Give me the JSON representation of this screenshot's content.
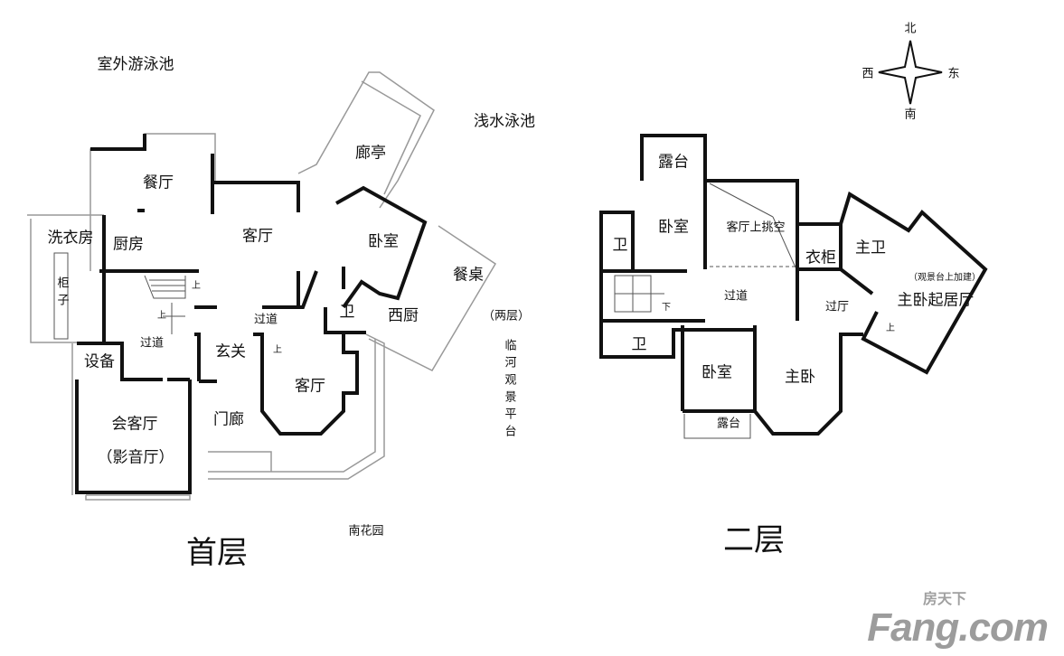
{
  "first_floor": {
    "title": "首层",
    "outdoor_pool": "室外游泳池",
    "shallow_pool": "浅水泳池",
    "pavilion": "廊亭",
    "dining_room": "餐厅",
    "living_room": "客厅",
    "laundry": "洗衣房",
    "kitchen": "厨房",
    "cabinet": "柜子",
    "bedroom": "卧室",
    "dining_table": "餐桌",
    "bathroom": "卫",
    "western_kitchen": "西厨",
    "two_floors": "（两层）",
    "river_terrace": "临河观景平台",
    "corridor_1": "过道",
    "corridor_2": "过道",
    "foyer": "玄关",
    "equipment": "设备",
    "living_room_2": "客厅",
    "porch": "门廊",
    "reception": "会客厅",
    "theater": "（影音厅）",
    "south_garden": "南花园",
    "up_1": "上",
    "up_2": "上",
    "up_3": "上"
  },
  "second_floor": {
    "title": "二层",
    "terrace_north": "露台",
    "bedroom_1": "卧室",
    "living_void": "客厅上挑空",
    "bathroom_1": "卫",
    "wardrobe": "衣柜",
    "master_bath": "主卫",
    "addition_note": "（观景台上加建）",
    "master_lounge": "主卧起居厅",
    "corridor": "过道",
    "hall": "过厅",
    "down": "下",
    "up": "上",
    "bathroom_2": "卫",
    "bedroom_2": "卧室",
    "master_bedroom": "主卧",
    "terrace_south": "露台"
  },
  "compass": {
    "north": "北",
    "west": "西",
    "east": "东",
    "south": "南"
  },
  "watermark": {
    "cn": "房天下",
    "en": "Fang.com"
  }
}
